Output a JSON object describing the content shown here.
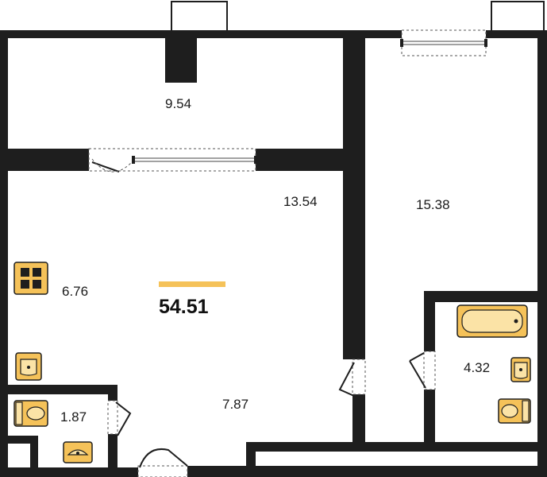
{
  "plan": {
    "total_area": "54.51",
    "rooms": {
      "balcony": "9.54",
      "living": "13.54",
      "bedroom": "15.38",
      "kitchen": "6.76",
      "hallway": "7.87",
      "bathroom": "4.32",
      "wc": "1.87"
    }
  },
  "colors": {
    "wall": "#1e1e1e",
    "accent": "#f5c259"
  },
  "icons": [
    "stove-icon",
    "sink-icon",
    "toilet-icon",
    "bathtub-icon"
  ]
}
